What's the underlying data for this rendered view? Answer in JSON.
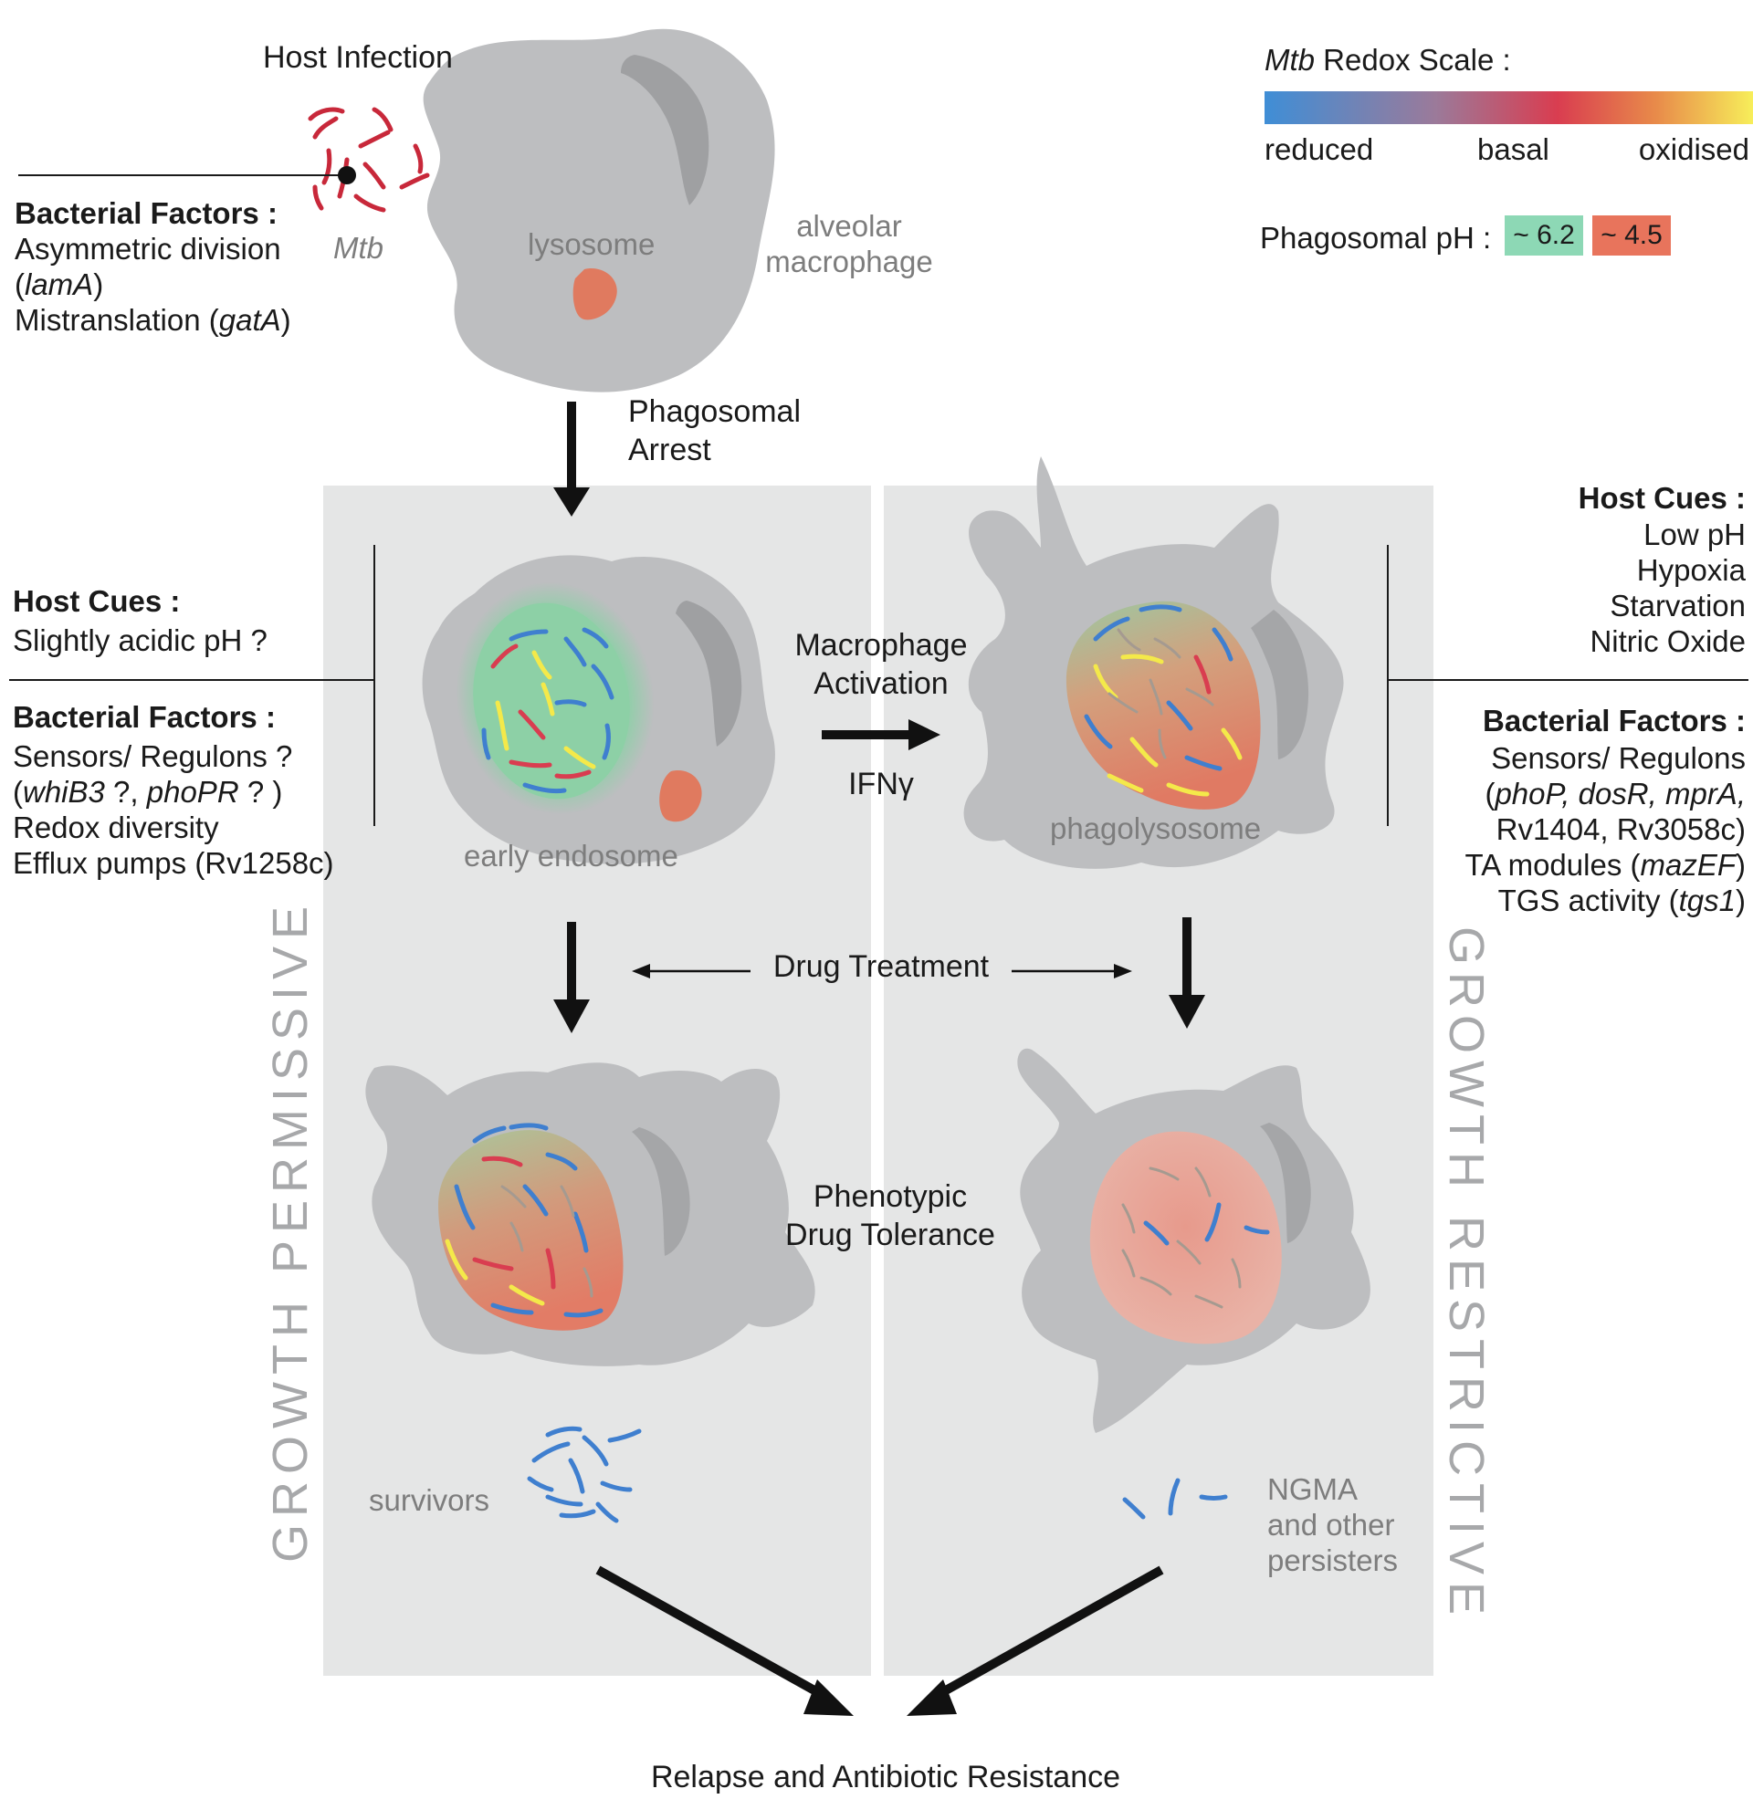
{
  "top": {
    "title": "Host Infection",
    "mtb_label": "Mtb",
    "lysosome_label": "lysosome",
    "macrophage_label_1": "alveolar",
    "macrophage_label_2": "macrophage",
    "bacterial_factors": {
      "heading": "Bacterial Factors :",
      "line1": "Asymmetric division",
      "line2_open": "(",
      "line2_gene": "lamA",
      "line2_close": ")",
      "line3_text": "Mistranslation (",
      "line3_gene": "gatA",
      "line3_close": ")"
    }
  },
  "legend": {
    "redox_title_italic": "Mtb",
    "redox_title_rest": " Redox Scale :",
    "reduced": "reduced",
    "basal": "basal",
    "oxidised": "oxidised",
    "ph_label": "Phagosomal pH :",
    "ph_high": "~ 6.2",
    "ph_low": "~ 4.5",
    "colors": {
      "reduced": "#3f8ed6",
      "basal": "#d93d50",
      "oxidised": "#f7ee5a",
      "ph_high_bg": "#8dd8b5",
      "ph_low_bg": "#e8745c"
    }
  },
  "arrows": {
    "phagosomal_arrest_1": "Phagosomal",
    "phagosomal_arrest_2": "Arrest",
    "activation_1": "Macrophage",
    "activation_2": "Activation",
    "ifn": "IFNγ",
    "drug_treatment": "Drug Treatment",
    "tolerance_1": "Phenotypic",
    "tolerance_2": "Drug Tolerance",
    "outcome": "Relapse and Antibiotic Resistance"
  },
  "left": {
    "panel_label": "GROWTH PERMISSIVE",
    "host_cues_heading": "Host Cues :",
    "host_cue": "Slightly acidic pH ?",
    "bact_heading": "Bacterial Factors :",
    "bact_line1": "Sensors/ Regulons ?",
    "bact_line2_a": "(",
    "bact_line2_b": "whiB3",
    "bact_line2_c": " ?, ",
    "bact_line2_d": "phoPR",
    "bact_line2_e": " ? )",
    "bact_line3": "Redox diversity",
    "bact_line4": "Efflux pumps (Rv1258c)",
    "endosome_label": "early endosome",
    "survivors_label": "survivors"
  },
  "right": {
    "panel_label": "GROWTH RESTRICTIVE",
    "host_cues_heading": "Host Cues :",
    "host_cues": [
      "Low pH",
      "Hypoxia",
      "Starvation",
      "Nitric Oxide"
    ],
    "bact_heading": "Bacterial Factors :",
    "bact_line1": "Sensors/ Regulons",
    "bact_line2_a": "(",
    "bact_line2_b": "phoP, dosR, mprA,",
    "bact_line3": "Rv1404, Rv3058c)",
    "bact_line4_a": "TA modules (",
    "bact_line4_b": "mazEF",
    "bact_line4_c": ")",
    "bact_line5_a": "TGS activity (",
    "bact_line5_b": "tgs1",
    "bact_line5_c": ")",
    "phagolysosome_label": "phagolysosome",
    "persisters_1": "NGMA",
    "persisters_2": "and other",
    "persisters_3": "persisters"
  }
}
